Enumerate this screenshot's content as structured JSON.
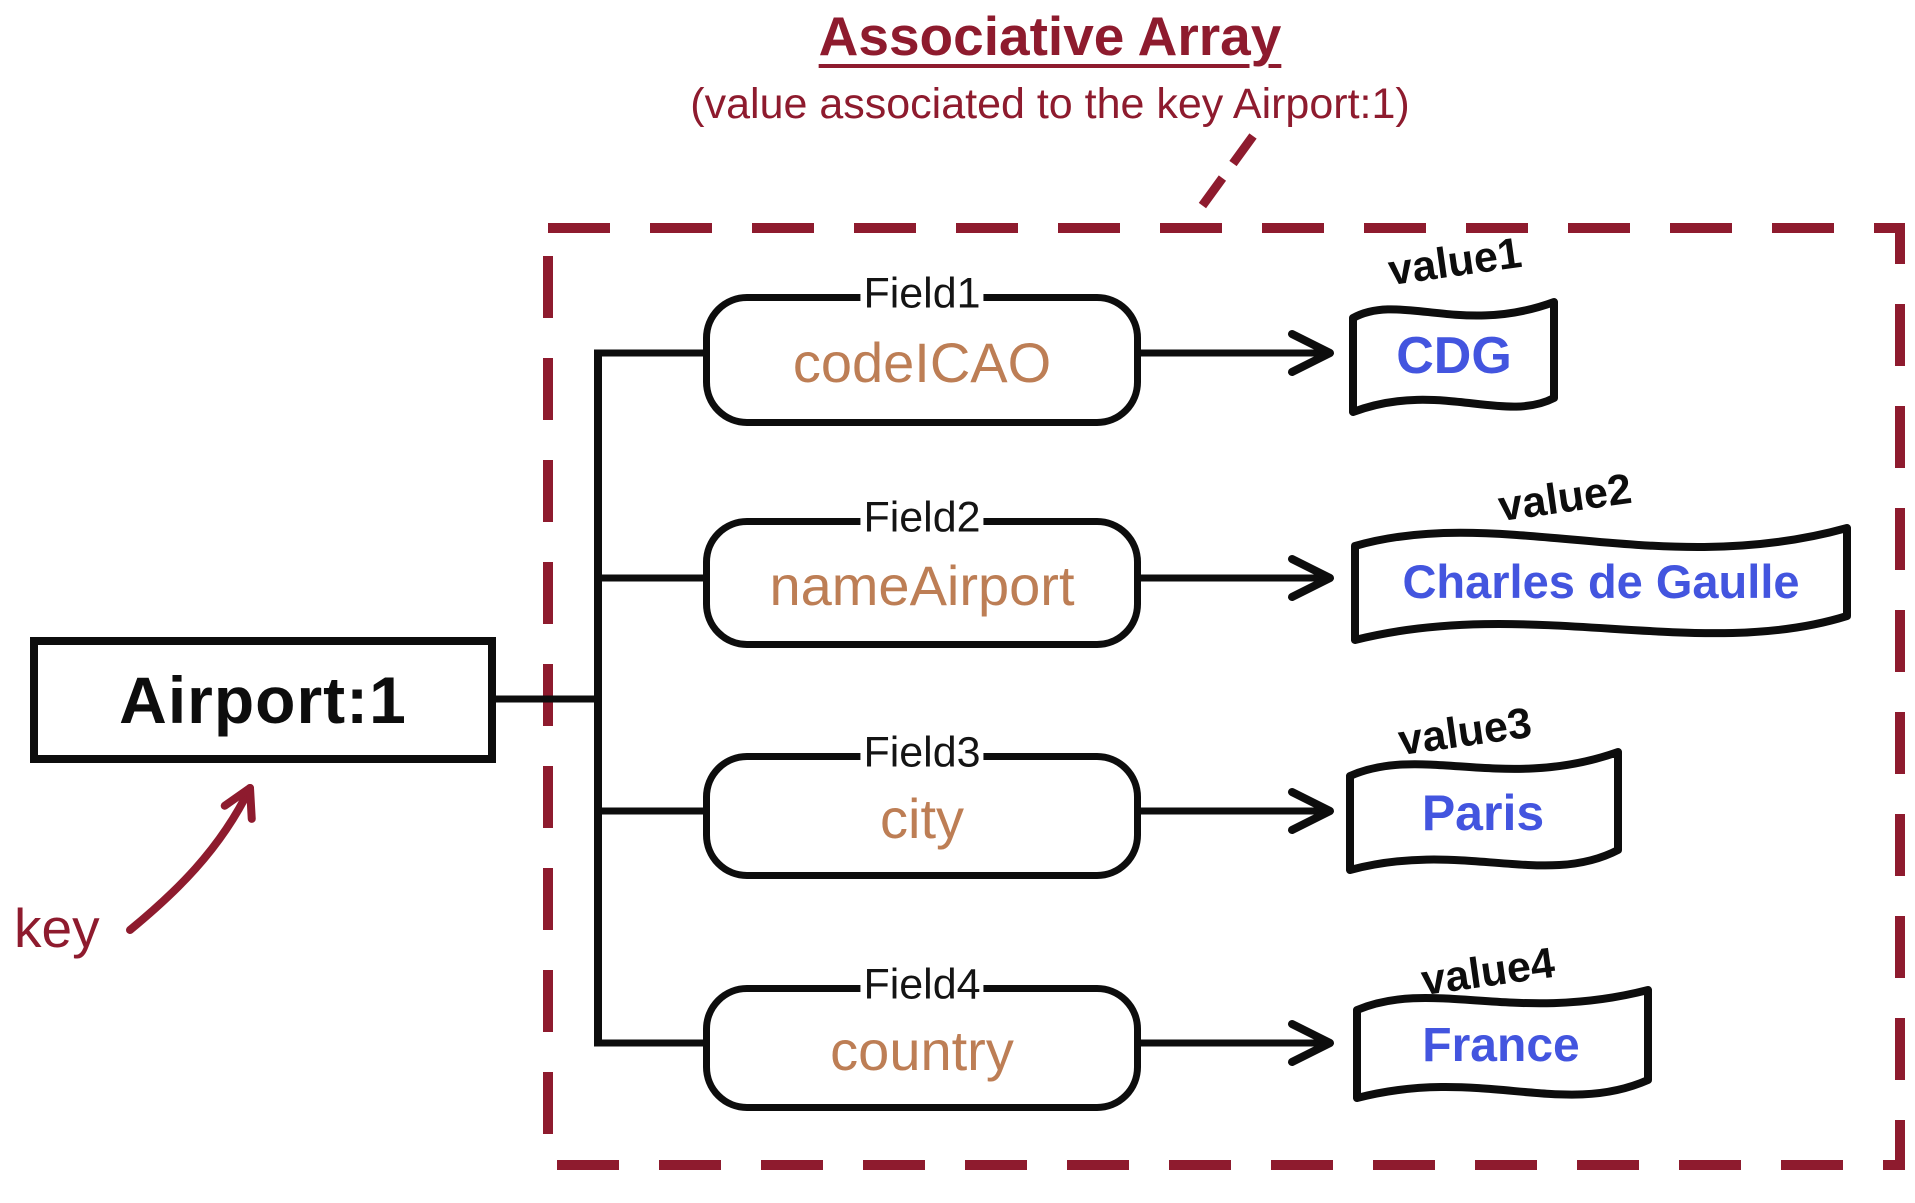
{
  "title": "Associative Array",
  "subtitle": "(value associated to the key Airport:1)",
  "key": {
    "label": "Airport:1",
    "annotation": "key"
  },
  "rows": [
    {
      "field_label": "Field1",
      "field_name": "codeICAO",
      "value_label": "value1",
      "value": "CDG"
    },
    {
      "field_label": "Field2",
      "field_name": "nameAirport",
      "value_label": "value2",
      "value": "Charles de Gaulle"
    },
    {
      "field_label": "Field3",
      "field_name": "city",
      "value_label": "value3",
      "value": "Paris"
    },
    {
      "field_label": "Field4",
      "field_name": "country",
      "value_label": "value4",
      "value": "France"
    }
  ],
  "colors": {
    "maroon": "#8e1b2e",
    "field_name_tan": "#bd7e55",
    "value_blue": "#4355df",
    "line_black": "#0d0d0d"
  }
}
